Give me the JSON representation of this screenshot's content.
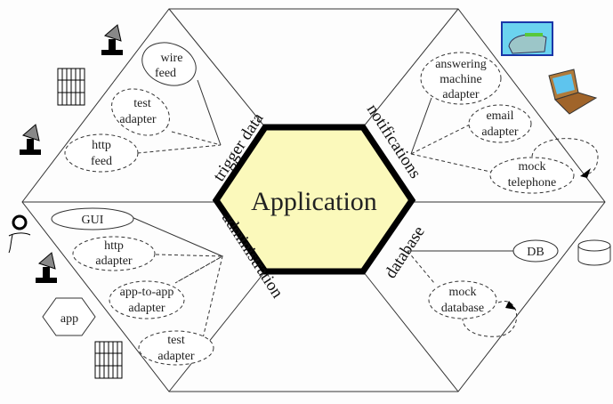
{
  "center": {
    "title": "Application",
    "fill": "#fbf9bb"
  },
  "sides": {
    "trigger_data": "trigger data",
    "notifications": "notifications",
    "administration": "administration",
    "database": "database"
  },
  "adapters": {
    "wire_feed": [
      "wire",
      "feed"
    ],
    "test_adapter_top": [
      "test",
      "adapter"
    ],
    "http_feed": [
      "http",
      "feed"
    ],
    "answering_machine": [
      "answering",
      "machine",
      "adapter"
    ],
    "email_adapter": [
      "email",
      "adapter"
    ],
    "mock_telephone": [
      "mock",
      "telephone"
    ],
    "gui": [
      "GUI"
    ],
    "http_adapter": [
      "http",
      "adapter"
    ],
    "app_to_app": [
      "app-to-app",
      "adapter"
    ],
    "test_adapter_bottom": [
      "test",
      "adapter"
    ],
    "db": [
      "DB"
    ],
    "mock_database": [
      "mock",
      "database"
    ]
  },
  "external": {
    "app": "app"
  }
}
